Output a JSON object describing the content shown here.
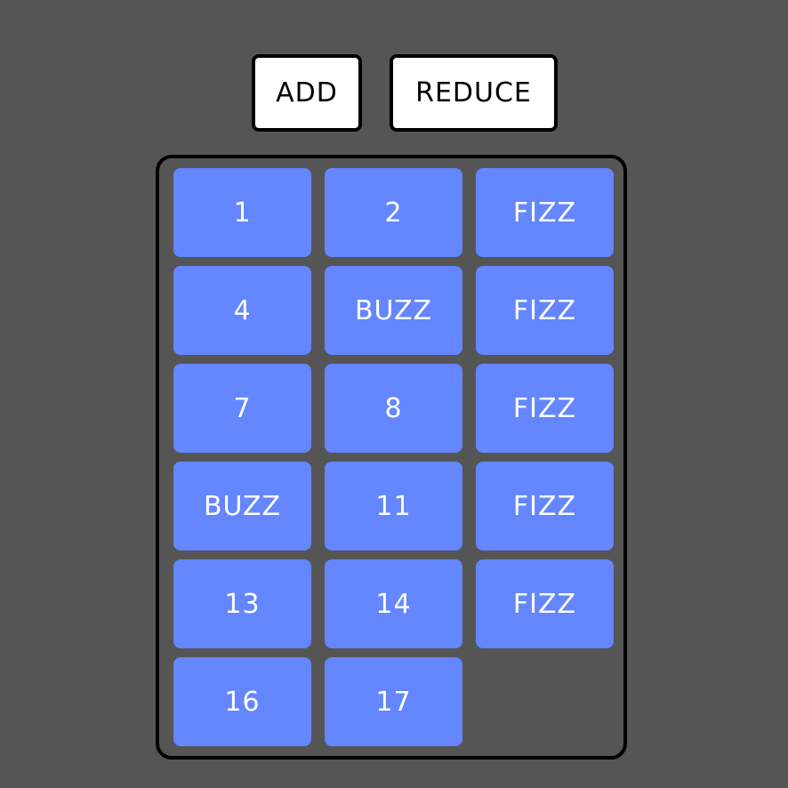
{
  "toolbar": {
    "add_label": "ADD",
    "reduce_label": "REDUCE"
  },
  "grid": {
    "tiles": [
      "1",
      "2",
      "FIZZ",
      "4",
      "BUZZ",
      "FIZZ",
      "7",
      "8",
      "FIZZ",
      "BUZZ",
      "11",
      "FIZZ",
      "13",
      "14",
      "FIZZ",
      "16",
      "17"
    ]
  },
  "colors": {
    "background": "#555555",
    "tile": "#6486fe",
    "tile_text": "#ffffff",
    "button_bg": "#ffffff",
    "border": "#000000"
  }
}
